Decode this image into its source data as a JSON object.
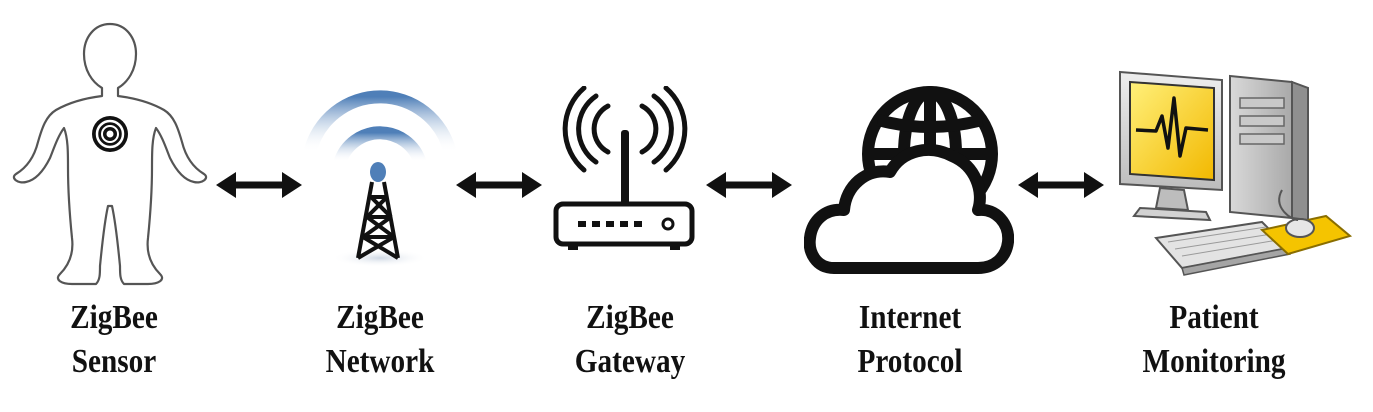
{
  "diagram": {
    "nodes": [
      {
        "id": "sensor",
        "icon": "human-body-sensor-icon",
        "line1": "ZigBee",
        "line2": "Sensor"
      },
      {
        "id": "network",
        "icon": "signal-tower-icon",
        "line1": "ZigBee",
        "line2": "Network"
      },
      {
        "id": "gateway",
        "icon": "wireless-router-icon",
        "line1": "ZigBee",
        "line2": "Gateway"
      },
      {
        "id": "internet",
        "icon": "globe-cloud-icon",
        "line1": "Internet",
        "line2": "Protocol"
      },
      {
        "id": "monitor",
        "icon": "desktop-computer-icon",
        "line1": "Patient",
        "line2": "Monitoring"
      }
    ],
    "connectors": [
      {
        "from": "sensor",
        "to": "network",
        "icon": "double-arrow-icon"
      },
      {
        "from": "network",
        "to": "gateway",
        "icon": "double-arrow-icon"
      },
      {
        "from": "gateway",
        "to": "internet",
        "icon": "double-arrow-icon"
      },
      {
        "from": "internet",
        "to": "monitor",
        "icon": "double-arrow-icon"
      }
    ],
    "colors": {
      "ink": "#111111",
      "signal_blue": "#5a84b8",
      "monitor_screen": "#f5c400",
      "ecg_line": "#111111"
    }
  }
}
